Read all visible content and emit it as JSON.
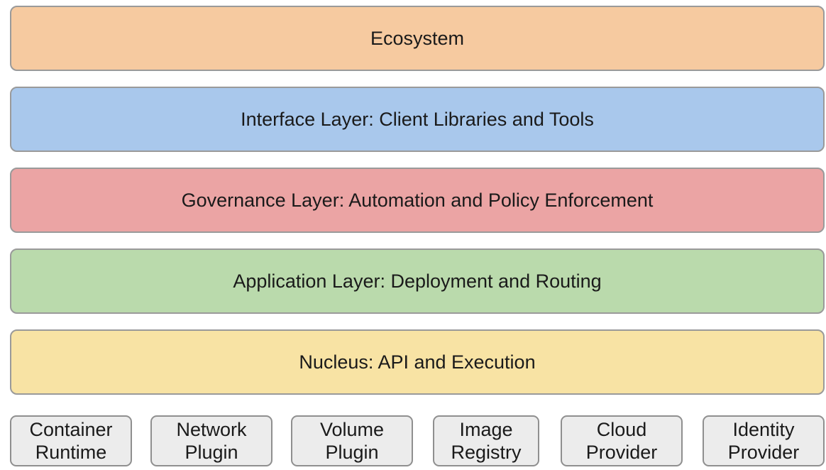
{
  "layers": [
    {
      "label": "Ecosystem",
      "color": "#f6caa0"
    },
    {
      "label": "Interface Layer: Client Libraries and Tools",
      "color": "#a9c8ec"
    },
    {
      "label": "Governance Layer: Automation and Policy Enforcement",
      "color": "#eba4a4"
    },
    {
      "label": "Application Layer: Deployment and Routing",
      "color": "#badaac"
    },
    {
      "label": "Nucleus: API and Execution",
      "color": "#f8e3a4"
    }
  ],
  "plugins": [
    {
      "line1": "Container",
      "line2": "Runtime"
    },
    {
      "line1": "Network",
      "line2": "Plugin"
    },
    {
      "line1": "Volume",
      "line2": "Plugin"
    },
    {
      "line1": "Image",
      "line2": "Registry"
    },
    {
      "line1": "Cloud",
      "line2": "Provider"
    },
    {
      "line1": "Identity",
      "line2": "Provider"
    }
  ],
  "plugin_color": "#ececec",
  "border_color": "#9a9a9a"
}
